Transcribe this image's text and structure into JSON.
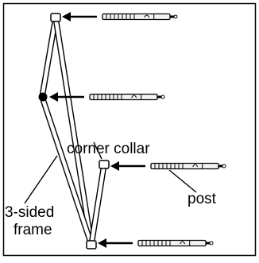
{
  "labels": {
    "corner_collar": "corner collar",
    "post": "post",
    "frame_line1": "3-sided",
    "frame_line2": "frame"
  },
  "parts": {
    "post_count": 4,
    "frame_sides": 3
  },
  "colors": {
    "ink": "#000000",
    "paper": "#ffffff",
    "tube_fill": "#f2f2f2"
  }
}
